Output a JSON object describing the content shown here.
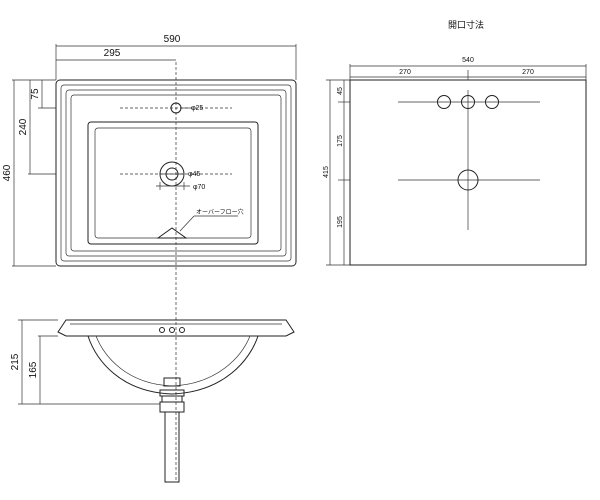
{
  "top_view": {
    "overall_width": "590",
    "half_width": "295",
    "overall_depth": "460",
    "depth_to_bowl": "240",
    "faucet_offset": "75",
    "faucet_hole": "φ25",
    "drain_hole": "φ45",
    "drain_outer": "φ70",
    "overflow_label": "オーバーフロー穴"
  },
  "side_view": {
    "total_height": "215",
    "bowl_height": "165"
  },
  "cutout": {
    "title": "開口寸法",
    "width": "540",
    "left_half": "270",
    "right_half": "270",
    "depth": "415",
    "seg_top": "45",
    "seg_middle": "175",
    "seg_bottom": "195"
  }
}
